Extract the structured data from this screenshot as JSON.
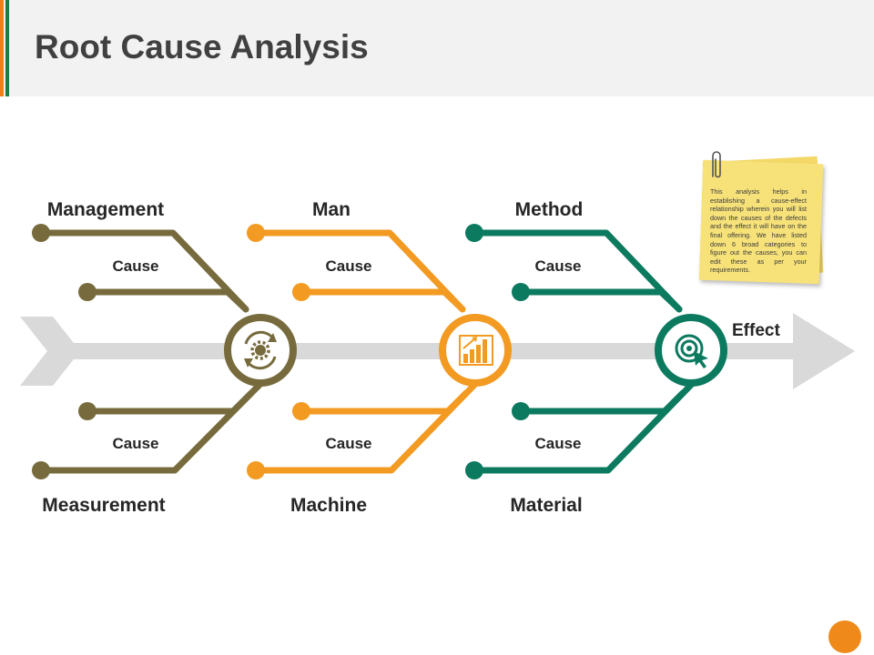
{
  "title": "Root Cause Analysis",
  "categories": {
    "management": "Management",
    "man": "Man",
    "method": "Method",
    "measurement": "Measurement",
    "machine": "Machine",
    "material": "Material"
  },
  "cause_label": "Cause",
  "effect_label": "Effect",
  "note_text": "This analysis helps in establishing a cause-effect relationship wherein you will list down the causes of the defects and the effect it will have on the final offering. We have listed down 6 broad categories to figure out the causes, you can edit these as per your requirements.",
  "colors": {
    "brown": "#776b3d",
    "orange": "#f29a21",
    "green": "#0c7a5f",
    "spine": "#d9d9d9",
    "note": "#f7e27a"
  },
  "icons": {
    "hub1": "gear-refresh-icon",
    "hub2": "bar-chart-growth-icon",
    "hub3": "target-cursor-icon"
  }
}
